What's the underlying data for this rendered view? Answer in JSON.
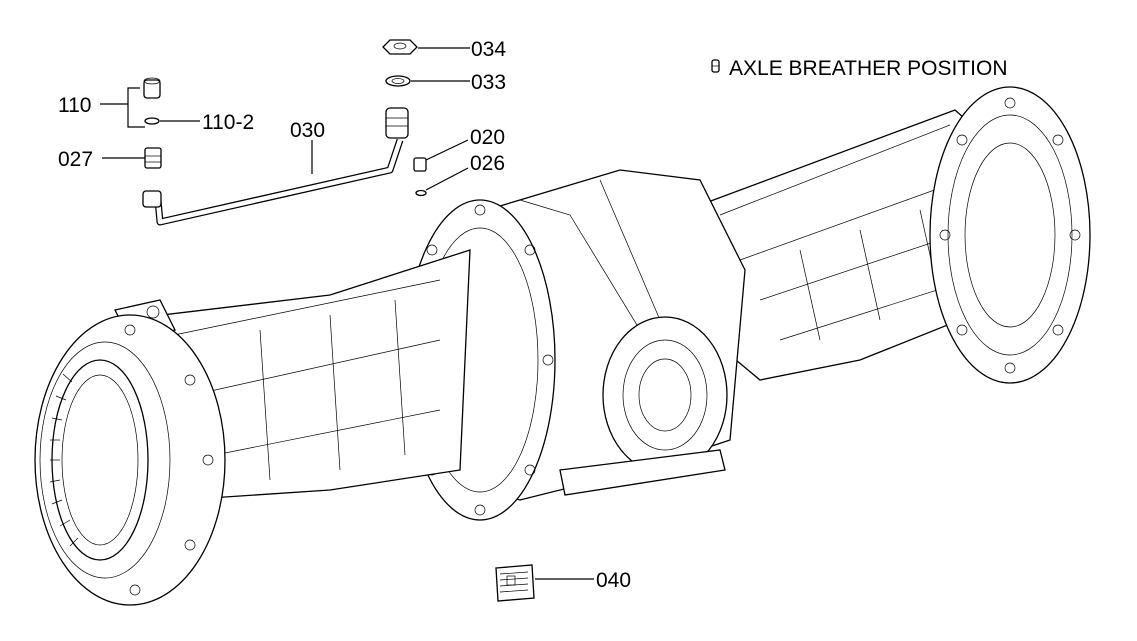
{
  "title": "AXLE BREATHER POSITION",
  "labels": {
    "p034": "034",
    "p033": "033",
    "p110": "110",
    "p110_2": "110-2",
    "p030": "030",
    "p020": "020",
    "p026": "026",
    "p027": "027",
    "p040": "040"
  }
}
